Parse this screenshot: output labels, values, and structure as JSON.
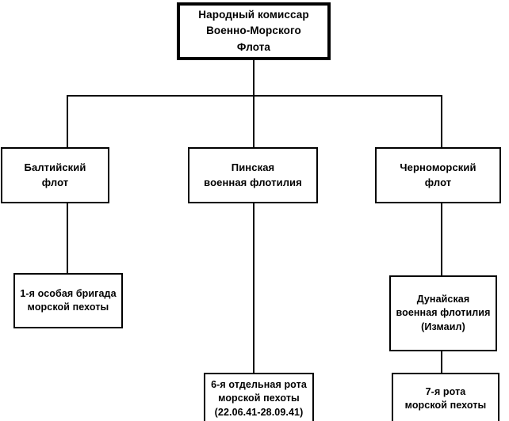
{
  "chart_data": {
    "type": "diagram",
    "diagram_kind": "organizational-hierarchy-tree",
    "title": "",
    "orientation": "top-down",
    "background_color": "#ffffff",
    "line_color": "#000000",
    "text_color": "#000000",
    "nodes": [
      {
        "id": "root",
        "label": "Народный комиссар\nВоенно-Морского\nФлота",
        "level": 0,
        "border_width_px": 4
      },
      {
        "id": "baltic-fleet",
        "label": "Балтийский\nфлот",
        "level": 1,
        "parent": "root",
        "border_width_px": 2
      },
      {
        "id": "pinsk-flotilla",
        "label": "Пинская\nвоенная флотилия",
        "level": 1,
        "parent": "root",
        "border_width_px": 2
      },
      {
        "id": "black-sea-fleet",
        "label": "Черноморский\nфлот",
        "level": 1,
        "parent": "root",
        "border_width_px": 2
      },
      {
        "id": "first-marine-brigade",
        "label": "1-я особая бригада\nморской пехоты",
        "level": 2,
        "parent": "baltic-fleet",
        "border_width_px": 2
      },
      {
        "id": "danube-flotilla",
        "label": "Дунайская\nвоенная флотилия\n(Измаил)",
        "level": 2,
        "parent": "black-sea-fleet",
        "border_width_px": 2
      },
      {
        "id": "sixth-marine-company",
        "label": "6-я отдельная рота\nморской пехоты\n(22.06.41-28.09.41)",
        "level": 2,
        "parent": "pinsk-flotilla",
        "border_width_px": 2
      },
      {
        "id": "seventh-marine-company",
        "label": "7-я  рота\nморской пехоты",
        "level": 3,
        "parent": "danube-flotilla",
        "border_width_px": 2
      }
    ],
    "edges": [
      {
        "from": "root",
        "to": "baltic-fleet"
      },
      {
        "from": "root",
        "to": "pinsk-flotilla"
      },
      {
        "from": "root",
        "to": "black-sea-fleet"
      },
      {
        "from": "baltic-fleet",
        "to": "first-marine-brigade"
      },
      {
        "from": "pinsk-flotilla",
        "to": "sixth-marine-company"
      },
      {
        "from": "black-sea-fleet",
        "to": "danube-flotilla"
      },
      {
        "from": "danube-flotilla",
        "to": "seventh-marine-company"
      }
    ]
  },
  "nodes": {
    "root": {
      "label": "Народный комиссар\nВоенно-Морского\nФлота"
    },
    "baltic_fleet": {
      "label": "Балтийский\nфлот"
    },
    "pinsk_flotilla": {
      "label": "Пинская\nвоенная флотилия"
    },
    "black_sea_fleet": {
      "label": "Черноморский\nфлот"
    },
    "first_marine_brigade": {
      "label": "1-я особая бригада\nморской пехоты"
    },
    "danube_flotilla": {
      "label": "Дунайская\nвоенная флотилия\n(Измаил)"
    },
    "sixth_marine_company": {
      "label": "6-я отдельная рота\nморской пехоты\n(22.06.41-28.09.41)"
    },
    "seventh_marine_company": {
      "label": "7-я  рота\nморской пехоты"
    }
  }
}
